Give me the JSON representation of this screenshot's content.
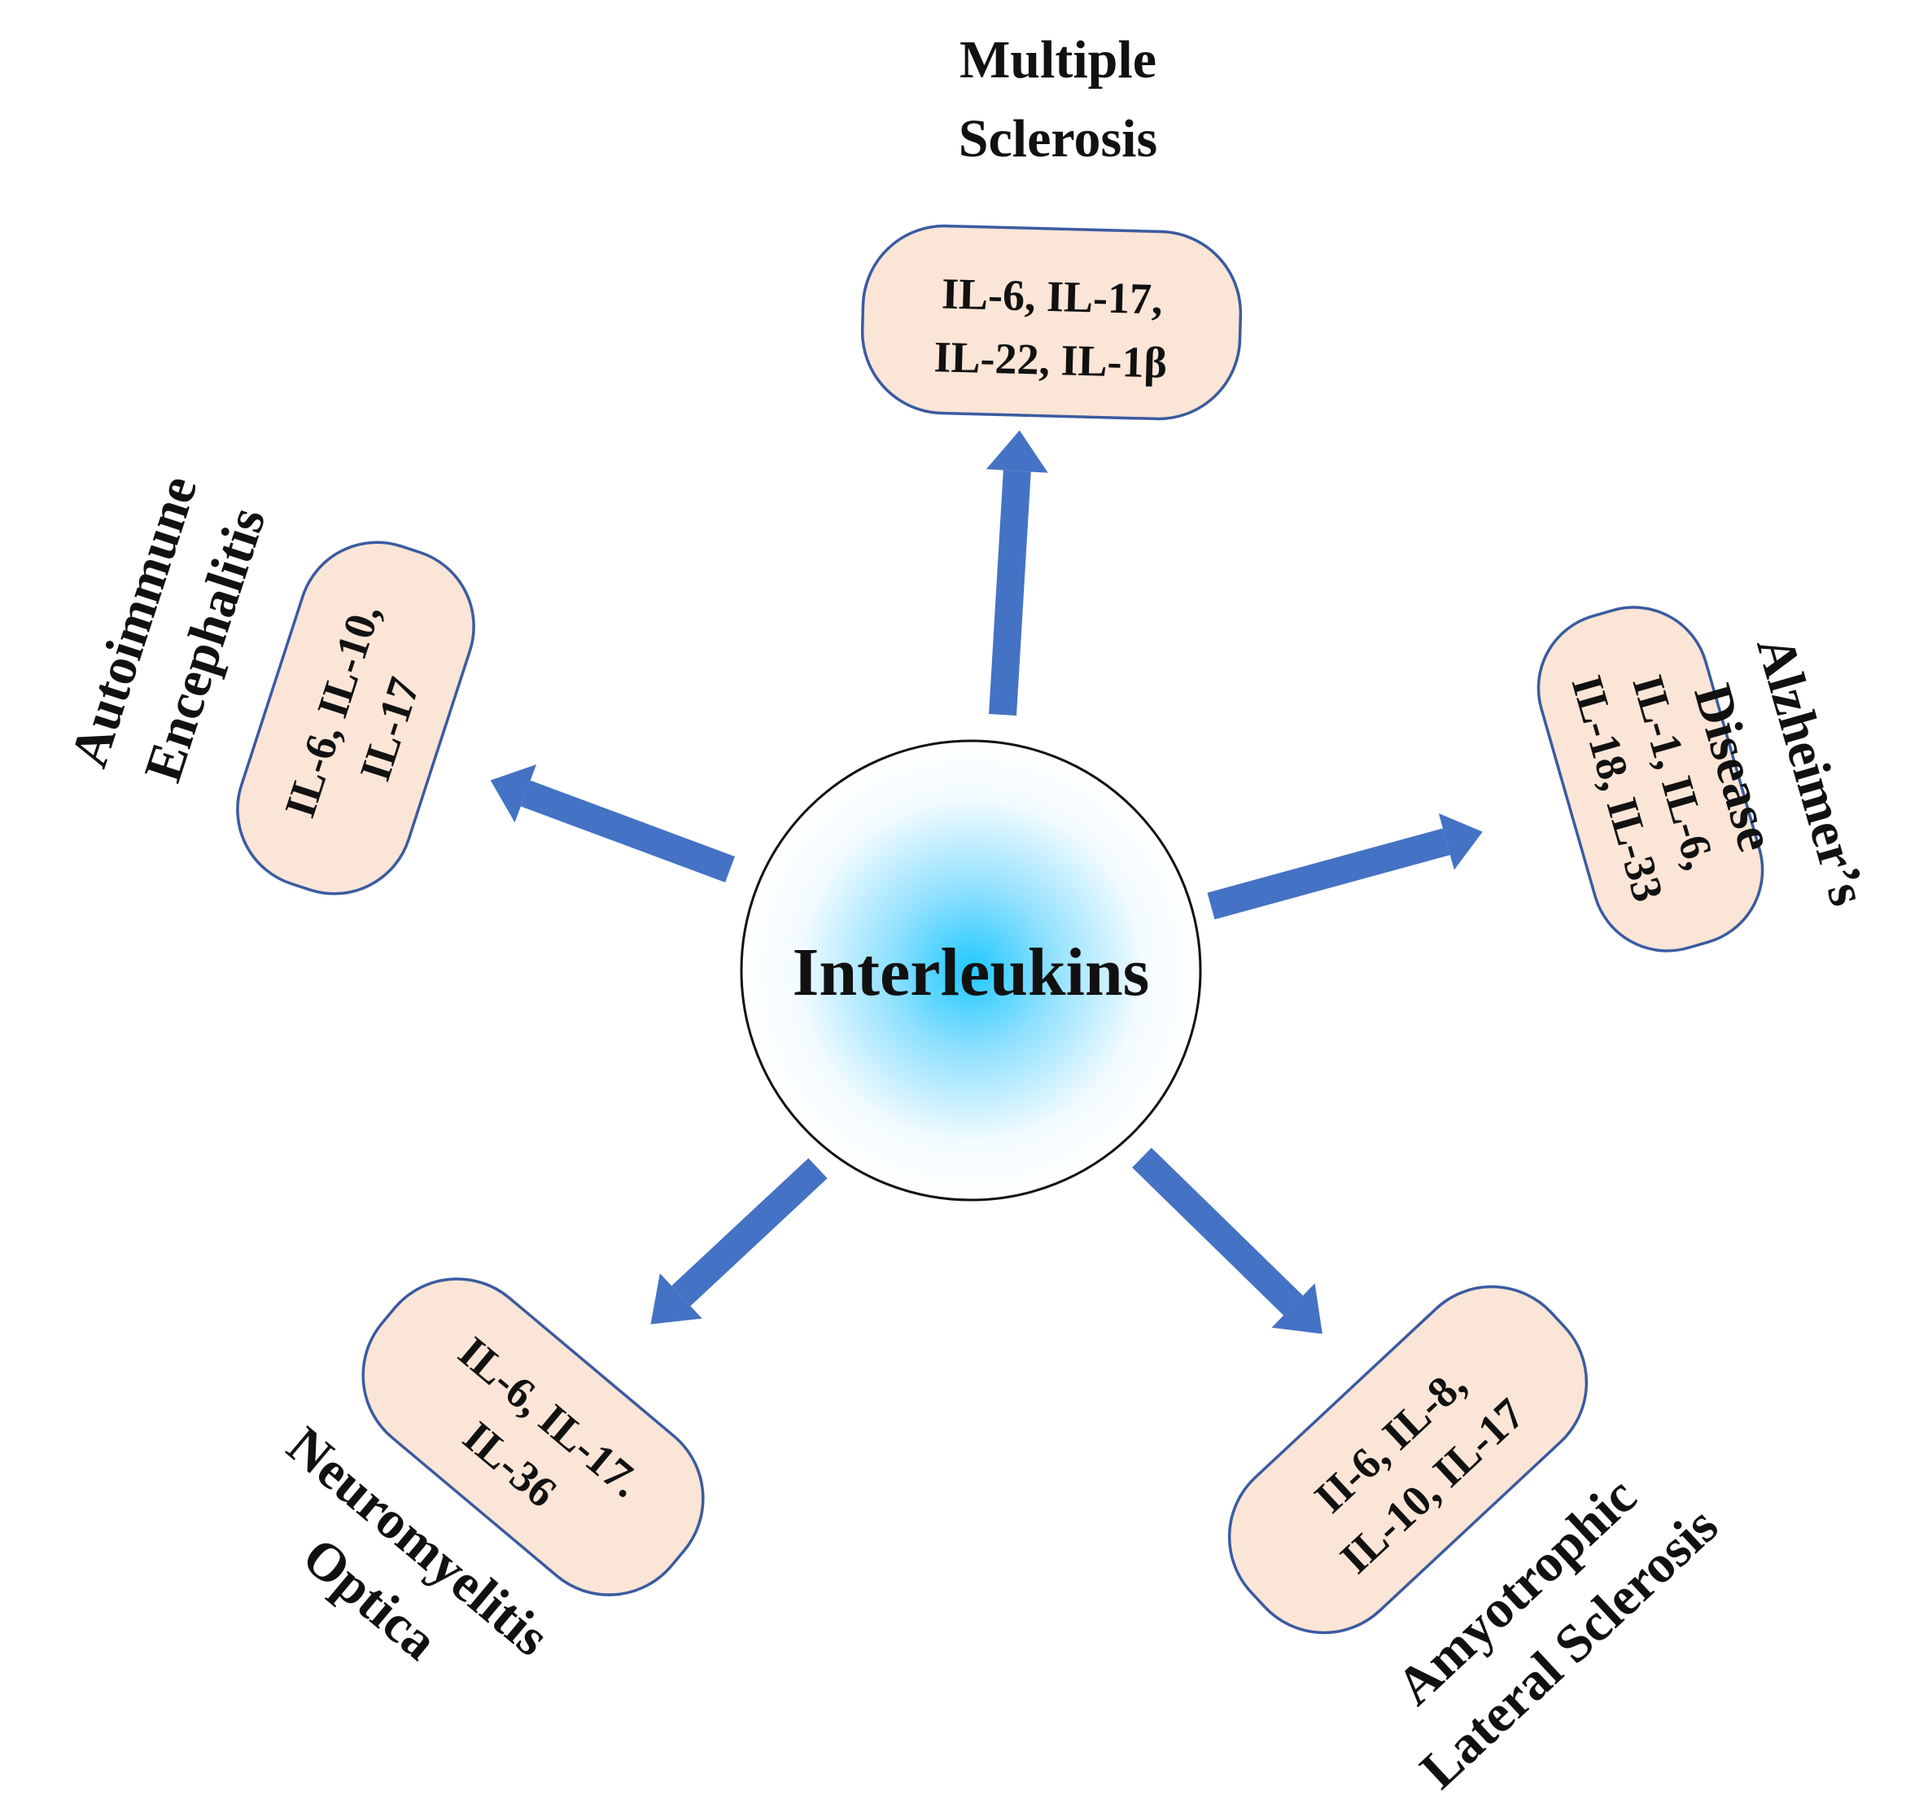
{
  "center": {
    "label": "Interleukins"
  },
  "branches": [
    {
      "id": "ms",
      "disease": [
        "Multiple",
        "Sclerosis"
      ],
      "interleukins": [
        "IL-6, IL-17,",
        "IL-22, IL-1β"
      ]
    },
    {
      "id": "ad",
      "disease": [
        "Alzheimer’s",
        "Disease"
      ],
      "interleukins": [
        "IL-1, IL-6,",
        "IL-18, IL-33"
      ]
    },
    {
      "id": "als",
      "disease": [
        "Amyotrophic",
        "Lateral Sclerosis"
      ],
      "interleukins": [
        "II-6, IL-8,",
        "IL-10, IL-17"
      ]
    },
    {
      "id": "nmo",
      "disease": [
        "Neuromyelitis",
        "Optica"
      ],
      "interleukins": [
        "IL-6, IL-17.",
        "IL-36"
      ]
    },
    {
      "id": "ae",
      "disease": [
        "Autoimmune",
        "Encephalitis"
      ],
      "interleukins": [
        "IL-6, IL-10,",
        "IL-17"
      ]
    }
  ],
  "colors": {
    "arrow": "#4472c4",
    "box_fill": "#fbe5d6",
    "box_stroke": "#3a5ba0",
    "center_glow": "#1ec8ff"
  }
}
